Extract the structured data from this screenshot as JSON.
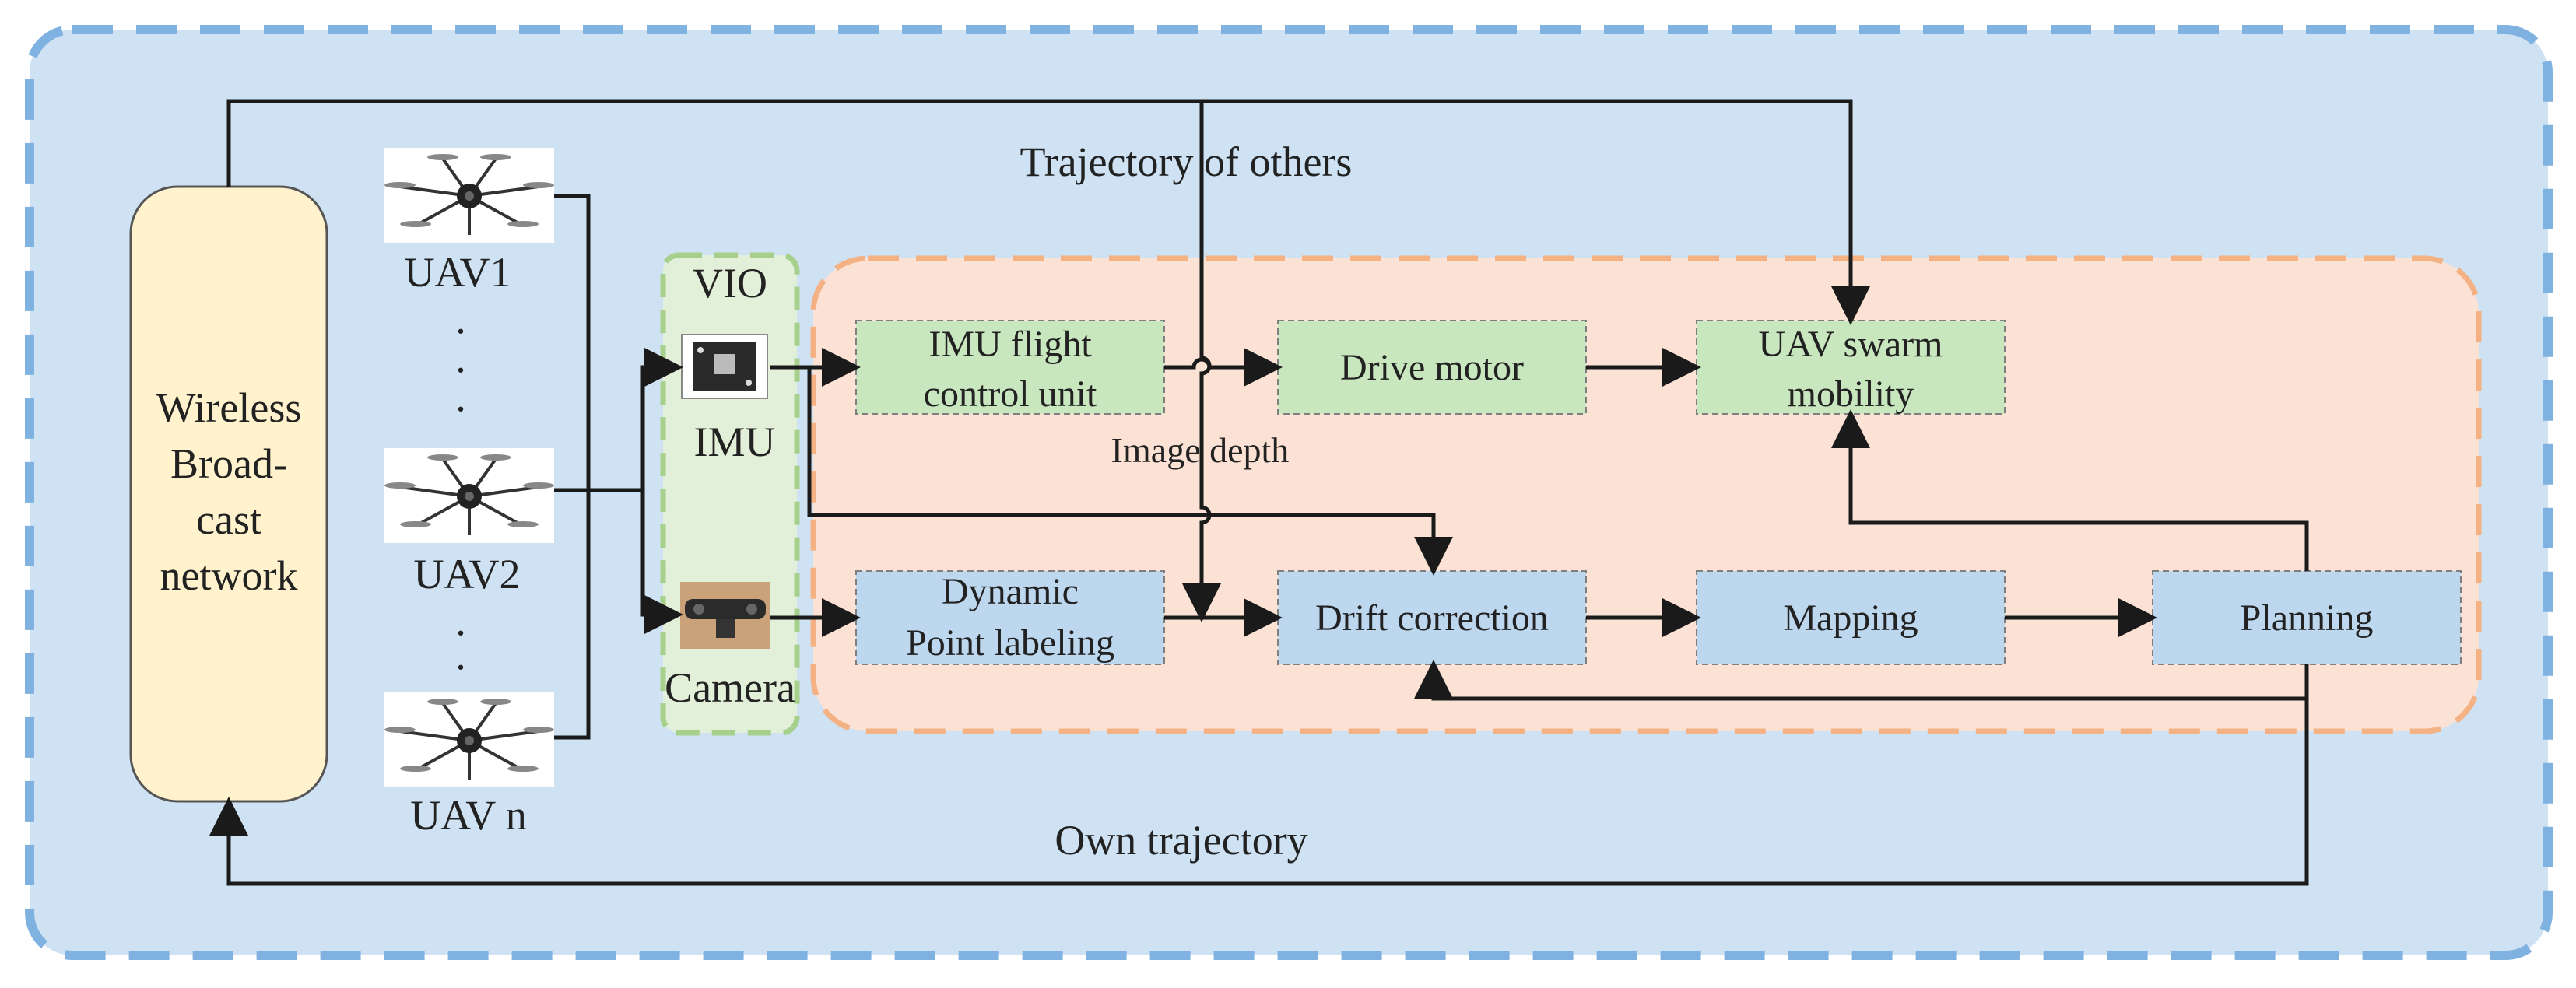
{
  "labels": {
    "trajectory_of_others": "Trajectory of others",
    "own_trajectory": "Own trajectory",
    "image_depth": "Image depth",
    "wireless": [
      "Wireless",
      "Broad-",
      "cast",
      "network"
    ],
    "vio": "VIO",
    "imu": "IMU",
    "camera": "Camera",
    "uav1": "UAV1",
    "uav2": "UAV2",
    "uavn": "UAV n",
    "dots": "."
  },
  "boxes": {
    "imu_fcu": [
      "IMU flight",
      "control unit"
    ],
    "drive_motor": "Drive motor",
    "uav_swarm": [
      "UAV swarm",
      "mobility"
    ],
    "dynamic_point": [
      "Dynamic",
      "Point labeling"
    ],
    "drift_correction": "Drift correction",
    "mapping": "Mapping",
    "planning": "Planning"
  },
  "colors": {
    "outer_fill": "#cfe2f3",
    "outer_border": "#7fb2e0",
    "orange_fill": "#fbe2d5",
    "orange_border": "#f4b183",
    "green_fill": "#c9e7bf",
    "green_border": "#a8d08d",
    "blue_box": "#bdd7ee",
    "wireless_fill": "#fff2cc"
  },
  "icons": [
    "uav-drone-icon",
    "imu-sensor-icon",
    "depth-camera-icon"
  ]
}
